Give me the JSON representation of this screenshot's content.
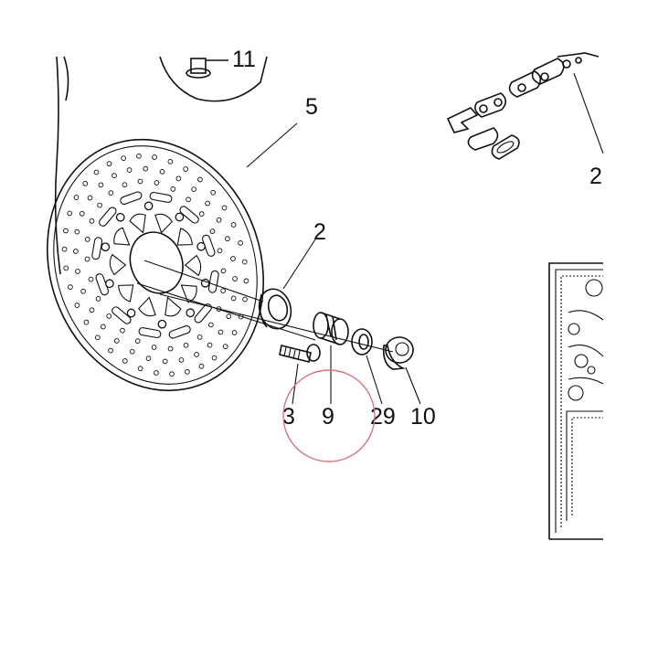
{
  "diagram": {
    "callouts": {
      "top_left": "11",
      "disc": "5",
      "spacer": "2",
      "chain": "2",
      "screw": "3",
      "bushing": "9",
      "washer": "29",
      "nut": "10"
    },
    "colors": {
      "ink": "#111111",
      "highlight_circle": "#d9737f",
      "background": "#ffffff"
    }
  }
}
